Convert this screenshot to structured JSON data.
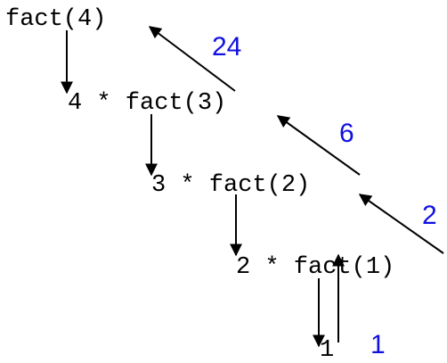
{
  "expressions": [
    {
      "id": "expr-fact4",
      "text": "fact(4)"
    },
    {
      "id": "expr-4-times-fact3",
      "text": "4 * fact(3)"
    },
    {
      "id": "expr-3-times-fact2",
      "text": "3 * fact(2)"
    },
    {
      "id": "expr-2-times-fact1",
      "text": "2 * fact(1)"
    },
    {
      "id": "expr-base-1",
      "text": "1"
    }
  ],
  "return_values": [
    "24",
    "6",
    "2",
    "1"
  ],
  "colors": {
    "text": "#000000",
    "arrow": "#000000",
    "return_value": "#1010e0"
  }
}
